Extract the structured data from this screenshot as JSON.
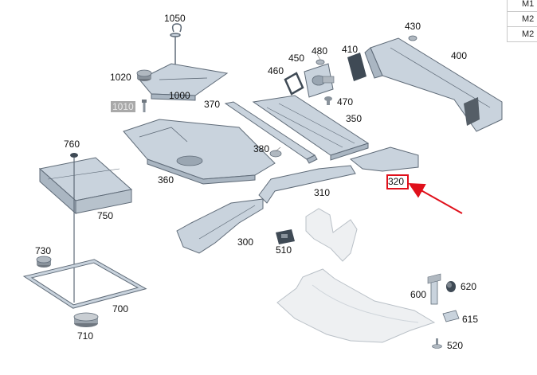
{
  "callouts": {
    "p1050": "1050",
    "p1020": "1020",
    "p1000": "1000",
    "p1010": "1010",
    "p760": "760",
    "p750": "750",
    "p730": "730",
    "p700": "700",
    "p710": "710",
    "p360": "360",
    "p370": "370",
    "p380": "380",
    "p350": "350",
    "p460": "460",
    "p450": "450",
    "p480": "480",
    "p470": "470",
    "p410": "410",
    "p430": "430",
    "p400": "400",
    "p320": "320",
    "p310": "310",
    "p300": "300",
    "p510": "510",
    "p600": "600",
    "p620": "620",
    "p615": "615",
    "p520": "520"
  },
  "side_table": [
    "M1",
    "M2",
    "M2"
  ],
  "highlight": {
    "part": "320",
    "box_color": "#e0101b",
    "arrow_color": "#e0101b"
  },
  "colors": {
    "part_fill": "#c9d3dd",
    "part_stroke": "#5f6b78",
    "plastic_fill": "#eef0f2"
  }
}
